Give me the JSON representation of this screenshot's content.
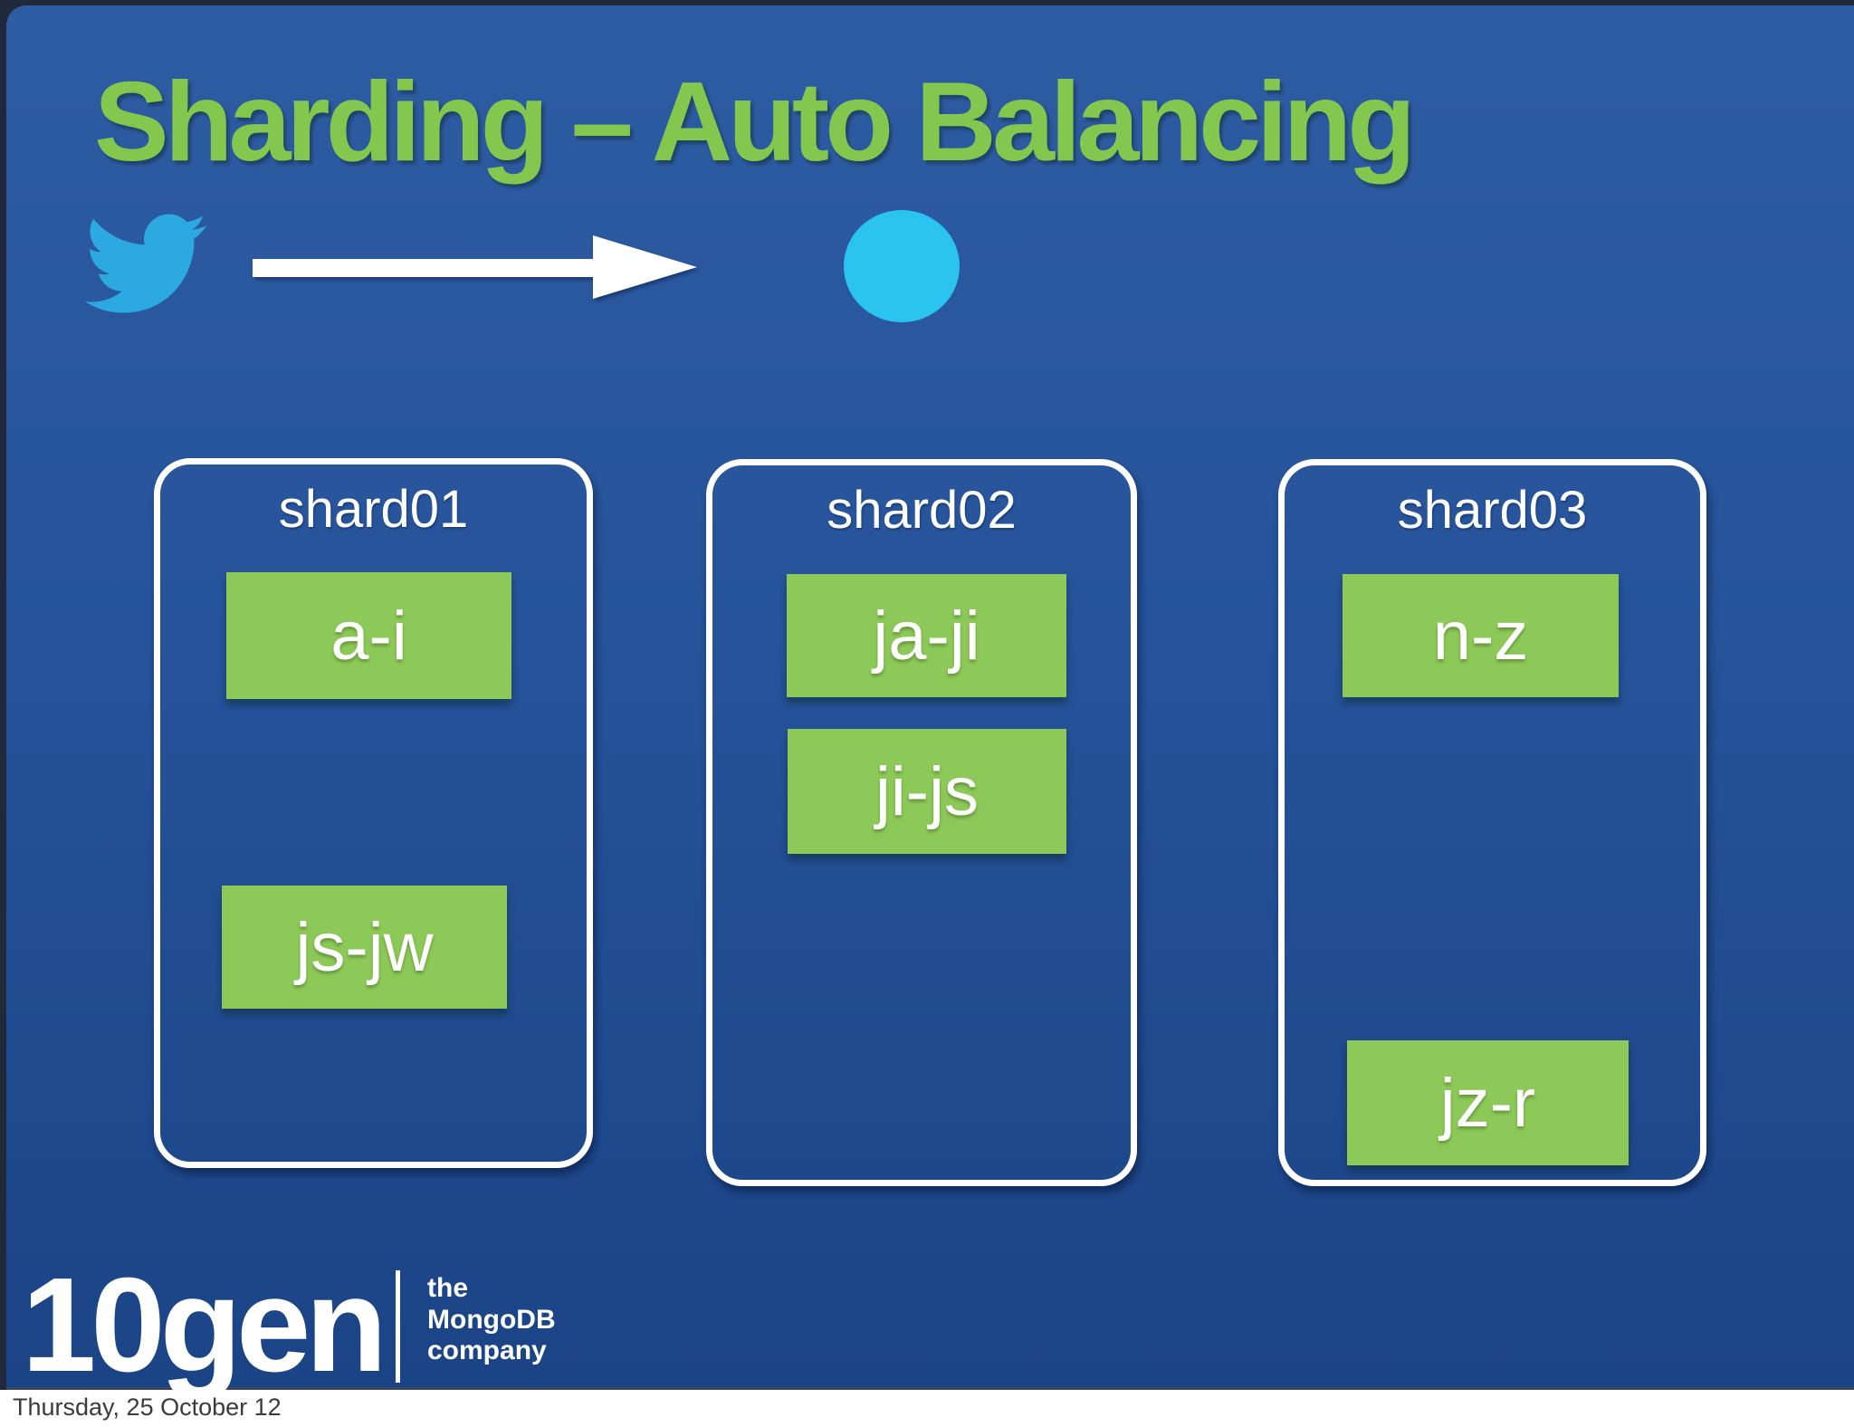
{
  "title": "Sharding – Auto Balancing",
  "hero": {
    "twitter_icon": "twitter-bird-icon",
    "arrow_icon": "right-arrow-icon",
    "dot_icon": "cyan-dot"
  },
  "shards": [
    {
      "name": "shard01",
      "chunks": [
        {
          "label": "a-i"
        },
        {
          "label": "js-jw"
        }
      ]
    },
    {
      "name": "shard02",
      "chunks": [
        {
          "label": "ja-ji"
        },
        {
          "label": "ji-js"
        }
      ]
    },
    {
      "name": "shard03",
      "chunks": [
        {
          "label": "n-z"
        },
        {
          "label": "jz-r"
        }
      ]
    }
  ],
  "footer": {
    "brand": "10gen",
    "tagline": [
      "the",
      "MongoDB",
      "company"
    ],
    "date": "Thursday, 25 October 12"
  },
  "colors": {
    "title_green": "#84C74F",
    "chunk_green": "#8DC958",
    "slide_blue_top": "#2E5CA2",
    "slide_blue_bottom": "#1B4486",
    "twitter_blue": "#2CA9E0",
    "dot_cyan": "#2BC4F1",
    "backdrop_dark": "#20283A",
    "border_white": "#FFFFFF",
    "date_text": "#3B3B3B"
  }
}
